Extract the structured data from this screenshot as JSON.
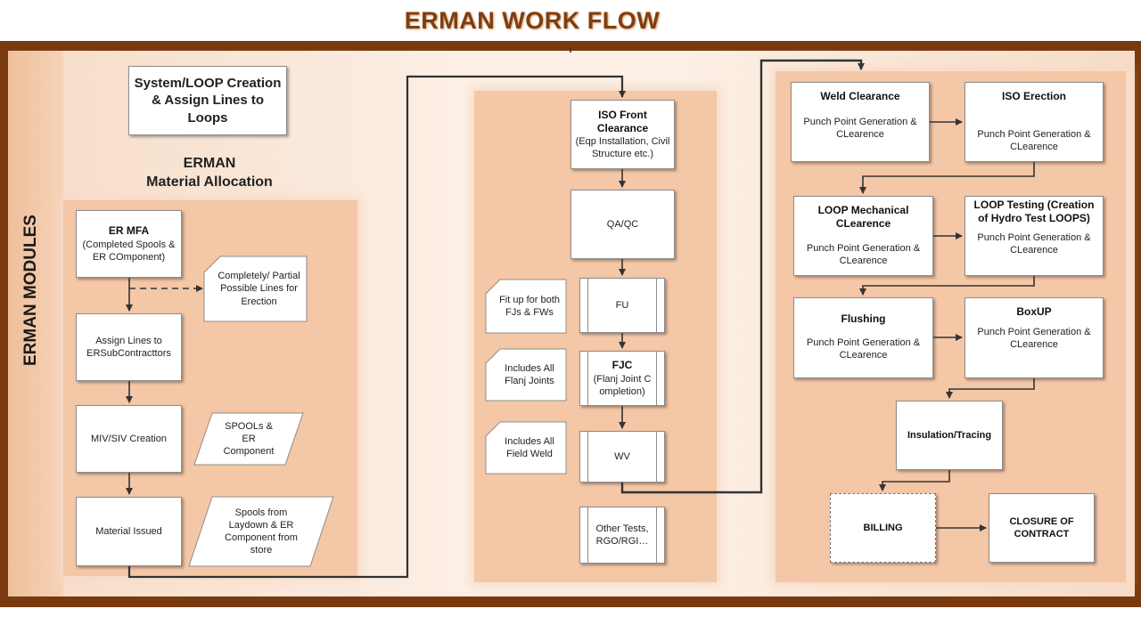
{
  "title": "ERMAN WORK FLOW",
  "side_label": "ERMAN MODULES",
  "loop_box": "System/LOOP Creation  & Assign Lines to Loops",
  "material_heading": "ERMAN\nMaterial Allocation",
  "material": {
    "mfa_title": "ER MFA",
    "mfa_text": "(Completed Spools & ER COmponent)",
    "possible_lines": "Completely/ Partial Possible Lines for Erection",
    "assign": "Assign Lines to ERSubContracttors",
    "miv": "MIV/SIV Creation",
    "spools_note": "SPOOLs & ER Component",
    "issued": "Material Issued",
    "spools_store": "Spools from Laydown & ER Component from store"
  },
  "clearance": {
    "iso_front_title": "ISO Front Clearance",
    "iso_front_text": "(Eqp Installation, Civil Structure etc.)",
    "qaqc": "QA/QC",
    "fitup_note": "Fit up for both FJs & FWs",
    "fu": "FU",
    "flanj_note": "Includes All Flanj Joints",
    "fjc_title": "FJC",
    "fjc_text": "(Flanj Joint Completion)",
    "weld_note": "Includes All Field Weld",
    "wv": "WV",
    "other_tests": "Other Tests, RGO/RGI…"
  },
  "completion": {
    "weld_clearance": "Weld Clearance",
    "iso_erection": "ISO Erection",
    "loop_mech": "LOOP Mechanical CLearence",
    "loop_testing": "LOOP Testing (Creation of Hydro Test LOOPS)",
    "flushing": "Flushing",
    "boxup": "BoxUP",
    "punch": "Punch Point Generation & CLearence",
    "insulation": "Insulation/Tracing",
    "billing": "BILLING",
    "closure": "CLOSURE OF CONTRACT"
  }
}
